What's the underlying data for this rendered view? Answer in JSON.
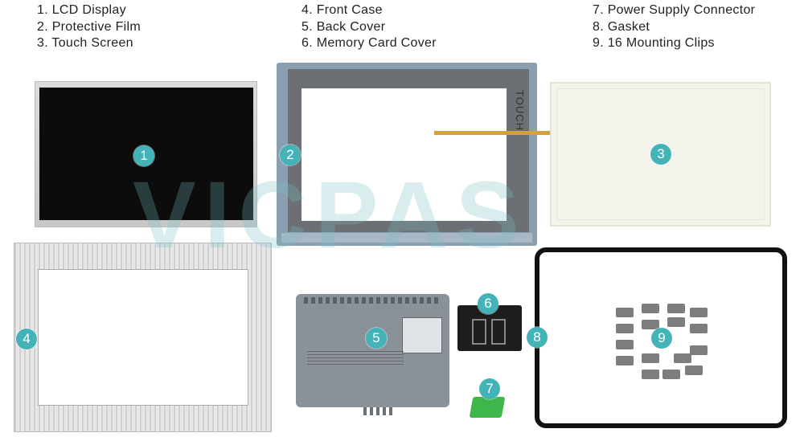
{
  "legend": {
    "col1": [
      "1. LCD Display",
      "2. Protective Film",
      "3. Touch Screen"
    ],
    "col2": [
      "4. Front Case",
      "5. Back Cover",
      "6. Memory Card Cover"
    ],
    "col3": [
      "7. Power Supply Connector",
      "8. Gasket",
      "9. 16 Mounting Clips"
    ]
  },
  "watermark": "VICPAS",
  "panel_text": "TOUCH",
  "badges": [
    "1",
    "2",
    "3",
    "4",
    "5",
    "6",
    "7",
    "8",
    "9"
  ],
  "colors": {
    "badge": "#44b3b8",
    "lcd": "#0c0c0c",
    "front_panel": "#6c6f74",
    "flex_cable": "#d8a03a",
    "connector": "#3fb64a",
    "gasket": "#111111"
  }
}
